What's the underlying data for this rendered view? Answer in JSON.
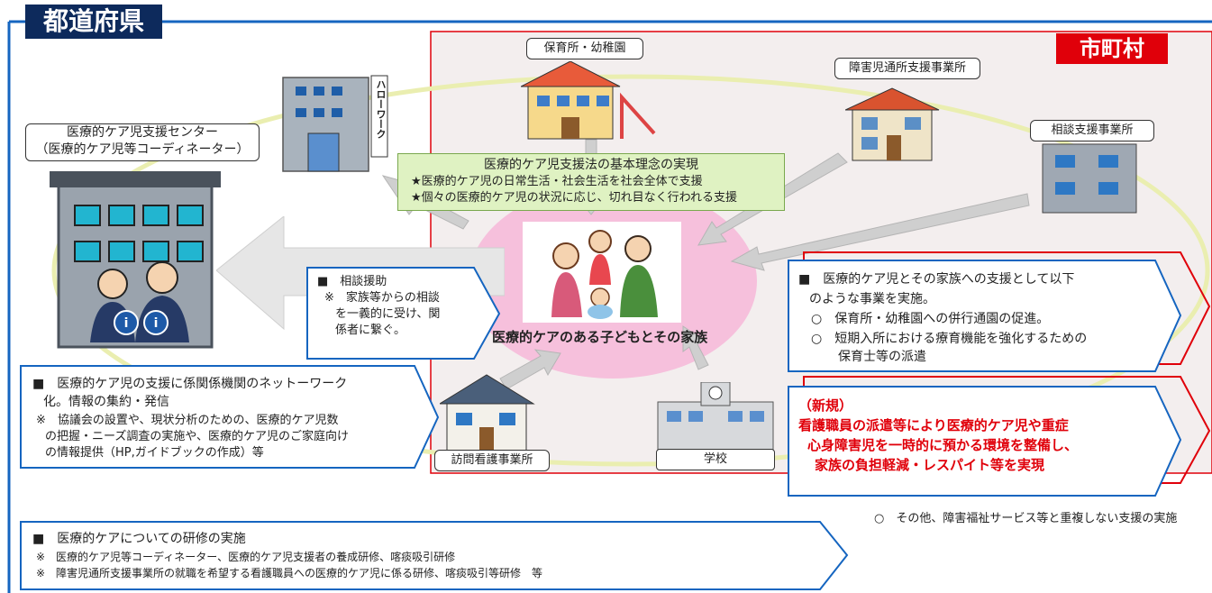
{
  "prefecture_label": "都道府県",
  "municipality_label": "市町村",
  "center": {
    "line1": "医療的ケア児支援センター",
    "line2": "（医療的ケア児等コーディネーター）"
  },
  "facilities": {
    "nursery": "保育所・幼稚園",
    "disability_day": "障害児通所支援事業所",
    "consult_office": "相談支援事業所",
    "visiting_nurse": "訪問看護事業所",
    "school": "学校"
  },
  "hellowork_sign": "ハローワーク",
  "principle": {
    "title": "医療的ケア児支援法の基本理念の実現",
    "item1": "★医療的ケア児の日常生活・社会生活を社会全体で支援",
    "item2": "★個々の医療的ケア児の状況に応じ、切れ目なく行われる支援"
  },
  "family_label": "医療的ケアのある子どもとその家族",
  "consult_box": {
    "title": "■　相談援助",
    "line1": "※　家族等からの相談",
    "line2": "を一義的に受け、関",
    "line3": "係者に繋ぐ。"
  },
  "network_box": {
    "line1": "■　医療的ケア児の支援に係関係機関のネットーワーク",
    "line2": "化。情報の集約・発信",
    "line3": "※　協議会の設置や、現状分析のための、医療的ケア児数",
    "line4": "の把握・ニーズ調査の実施や、医療的ケア児のご家庭向け",
    "line5": "の情報提供（HP,ガイドブックの作成）等"
  },
  "support_box": {
    "line1": "■　医療的ケア児とその家族への支援として以下",
    "line2": "のような事業を実施。",
    "line3": "○　保育所・幼稚園への併行通園の促進。",
    "line4": "○　短期入所における療育機能を強化するための",
    "line5": "保育士等の派遣"
  },
  "new_box": {
    "line1": "（新規）",
    "line2": "看護職員の派遣等により医療的ケア児や重症",
    "line3": "心身障害児を一時的に預かる環境を整備し、",
    "line4": "家族の負担軽減・レスパイト等を実現"
  },
  "other_note": "○　その他、障害福祉サービス等と重複しない支援の実施",
  "training_box": {
    "line1": "■　医療的ケアについての研修の実施",
    "line2": "※　医療的ケア児等コーディネーター、医療的ケア児支援者の養成研修、喀痰吸引研修",
    "line3": "※　障害児通所支援事業所の就職を希望する看護職員への医療的ケア児に係る研修、喀痰吸引等研修　等"
  },
  "colors": {
    "blue": "#1565c0",
    "red": "#e0000a",
    "navy": "#0d2a5c",
    "pink": "#f4b6d8",
    "green_box": "#d9f0b8"
  }
}
